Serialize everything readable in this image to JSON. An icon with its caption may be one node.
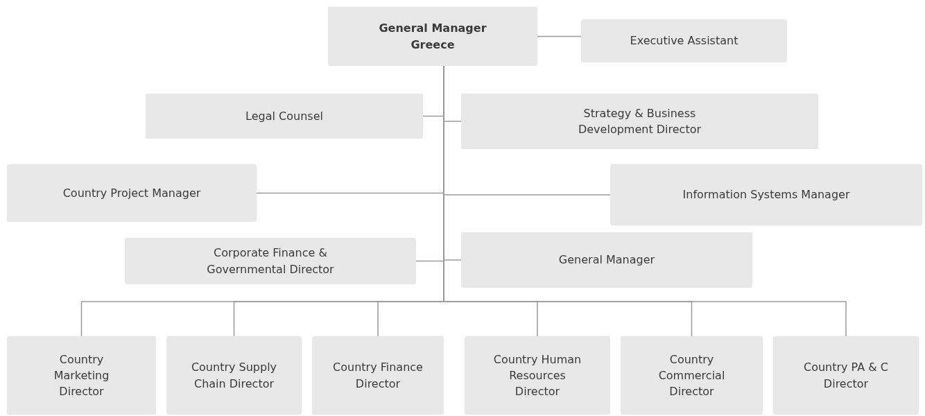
{
  "diagram": {
    "nodes": [
      {
        "text": [
          "General Manager Greece"
        ]
      },
      {
        "text": [
          "Executive Assistant"
        ]
      },
      {
        "text": [
          "Legal Counsel"
        ]
      },
      {
        "text": [
          "Strategy & Business Development Director"
        ]
      },
      {
        "text": [
          "Country Project Manager"
        ]
      },
      {
        "text": [
          "Information Systems Manager"
        ]
      },
      {
        "text": [
          "Corporate Finance & Governmental Director"
        ]
      },
      {
        "text": [
          "General Manager"
        ]
      },
      {
        "text": [
          "Country Marketing Director"
        ]
      },
      {
        "text": [
          "Country Supply Chain Director"
        ]
      },
      {
        "text": [
          "Country Finance Director"
        ]
      },
      {
        "text": [
          "Country Human Resources Director"
        ]
      },
      {
        "text": [
          "Country Commercial Director"
        ]
      },
      {
        "text": [
          "Country PA & C Director"
        ]
      }
    ],
    "edges": [
      {
        "from": 0,
        "to": 1,
        "arrow": "none"
      },
      {
        "from": 0,
        "to": 2,
        "arrow": "none"
      },
      {
        "from": 0,
        "to": 3,
        "arrow": "none"
      },
      {
        "from": 0,
        "to": 4,
        "arrow": "none"
      },
      {
        "from": 0,
        "to": 5,
        "arrow": "none"
      },
      {
        "from": 0,
        "to": 6,
        "arrow": "none"
      },
      {
        "from": 0,
        "to": 7,
        "arrow": "none"
      },
      {
        "from": 0,
        "to": 8,
        "arrow": "none"
      },
      {
        "from": 0,
        "to": 9,
        "arrow": "none"
      },
      {
        "from": 0,
        "to": 10,
        "arrow": "none"
      },
      {
        "from": 0,
        "to": 11,
        "arrow": "none"
      },
      {
        "from": 0,
        "to": 12,
        "arrow": "none"
      },
      {
        "from": 0,
        "to": 13,
        "arrow": "none"
      }
    ]
  }
}
